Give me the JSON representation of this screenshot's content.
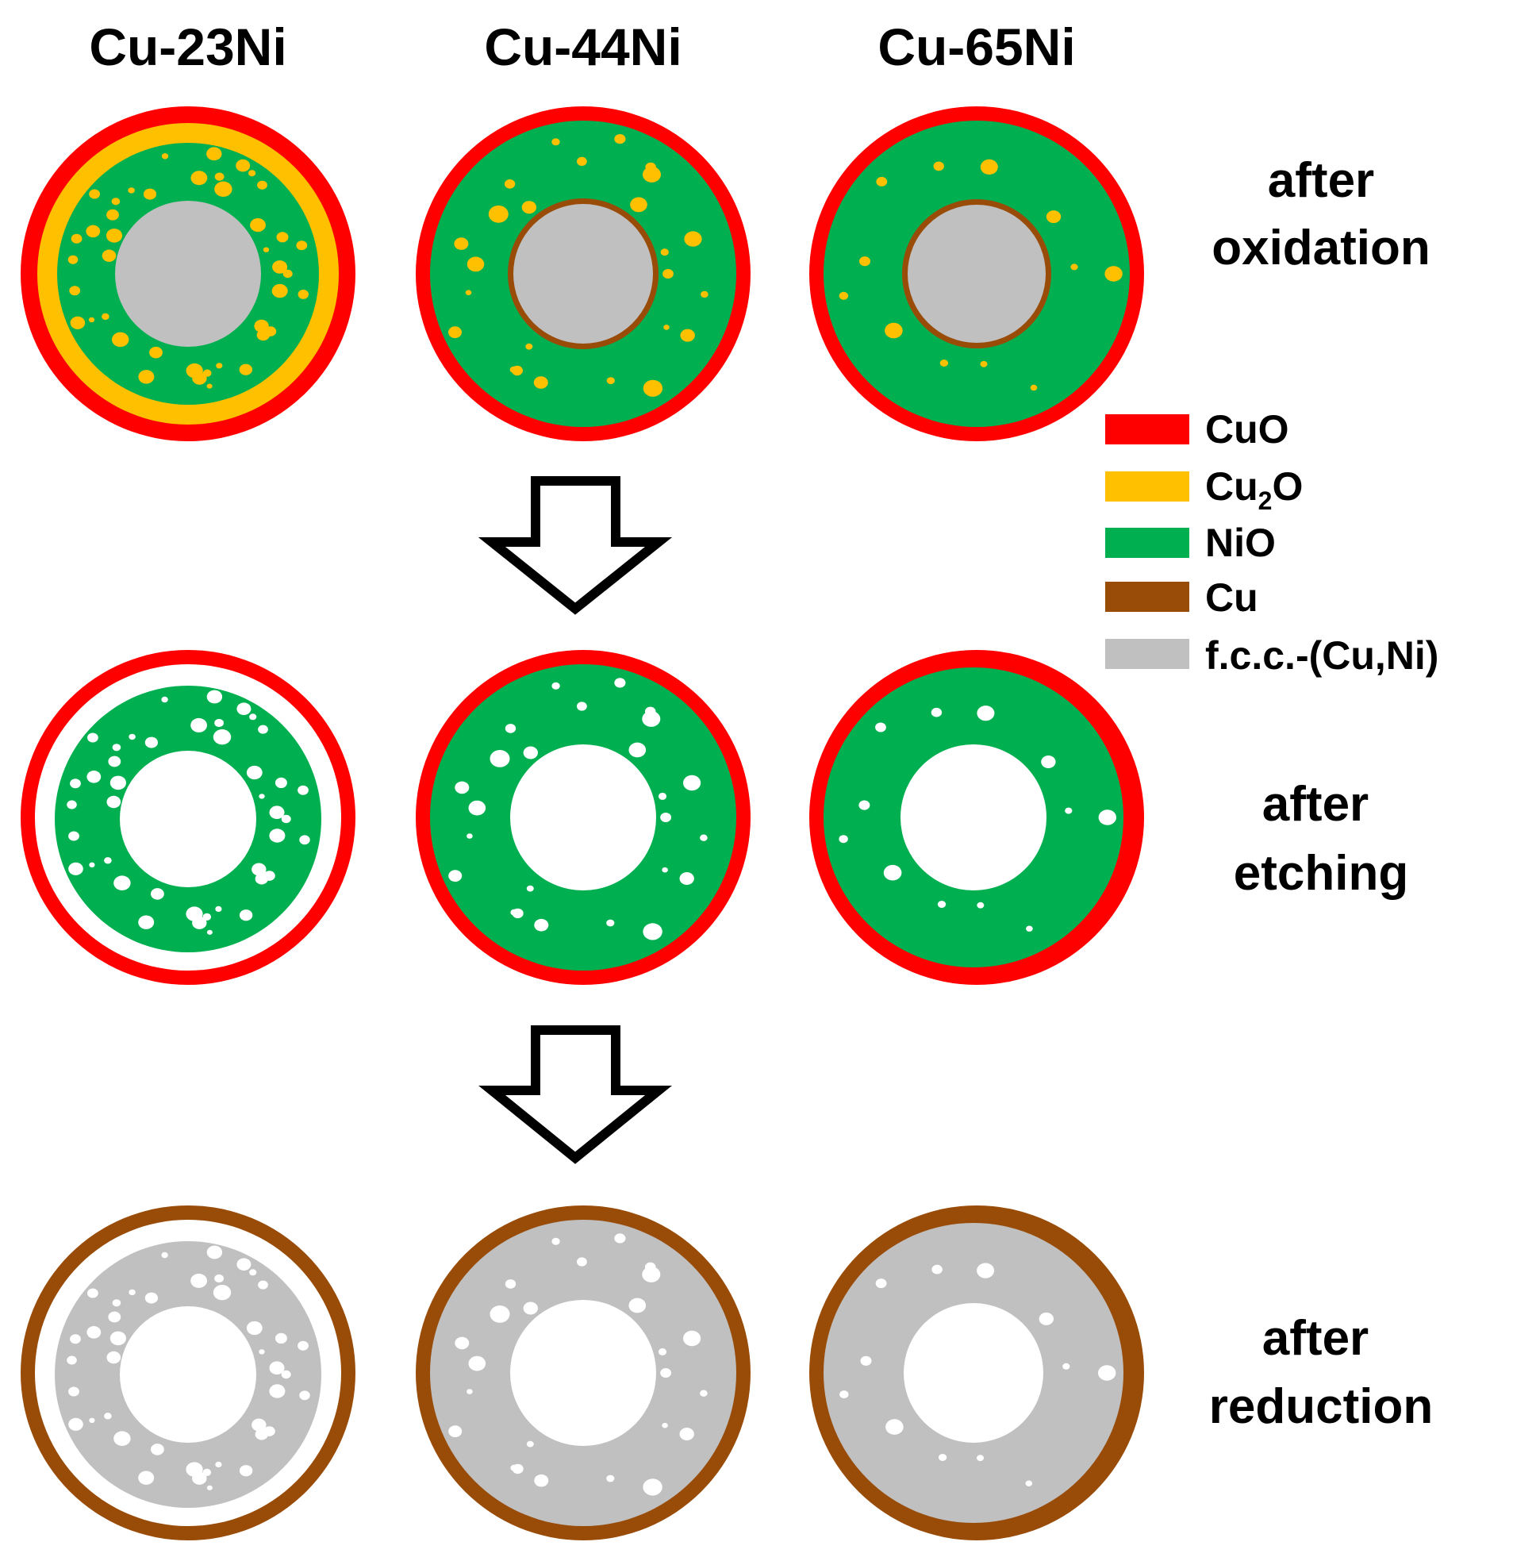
{
  "columns": [
    {
      "label": "Cu-23Ni"
    },
    {
      "label": "Cu-44Ni"
    },
    {
      "label": "Cu-65Ni"
    }
  ],
  "rows": [
    {
      "line1": "after",
      "line2": "oxidation"
    },
    {
      "line1": "after",
      "line2": "etching"
    },
    {
      "line1": "after",
      "line2": "reduction"
    }
  ],
  "legend": [
    {
      "label": "CuO",
      "color": "#ff0000"
    },
    {
      "label": "Cu",
      "sub": "2",
      "label_after": "O",
      "color": "#ffc000"
    },
    {
      "label": "NiO",
      "color": "#00b050"
    },
    {
      "label": "Cu",
      "color": "#994b08"
    },
    {
      "label": "f.c.c.-(Cu,Ni)",
      "color": "#c0c0c0"
    }
  ],
  "colors": {
    "CuO": "#ff0000",
    "Cu2O": "#ffc000",
    "NiO": "#00b050",
    "Cu": "#994b08",
    "fcc": "#c0c0c0",
    "void": "#ffffff",
    "particle": "#ffc000"
  },
  "icons": {
    "step_arrow": "down-arrow-icon"
  }
}
